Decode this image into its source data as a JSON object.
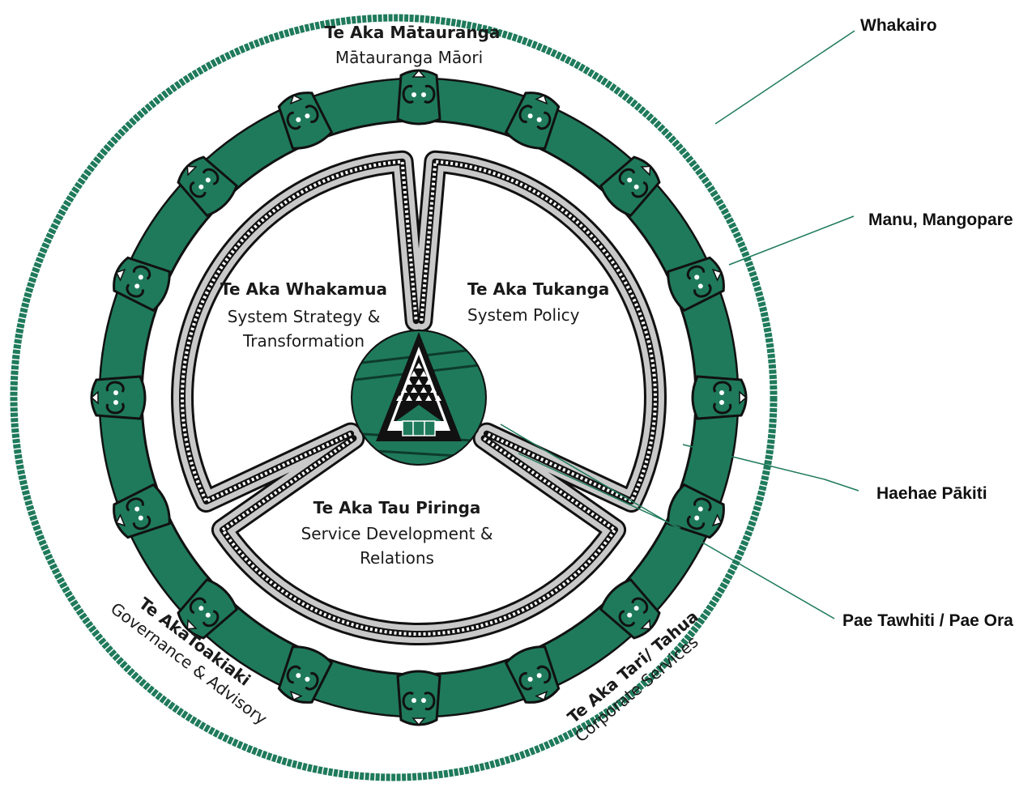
{
  "colors": {
    "green": "#1f7a5c",
    "dark_green": "#17664c",
    "outline": "#111111",
    "band_fill": "#c9c9c9",
    "leader": "#1f7a5c"
  },
  "top": {
    "title": "Te Aka Mātauranga",
    "subtitle": "Mātauranga Māori"
  },
  "segments": {
    "whakamua": {
      "title": "Te Aka Whakamua",
      "line1": "System Strategy &",
      "line2": "Transformation"
    },
    "tukanga": {
      "title": "Te Aka Tukanga",
      "line1": "System Policy"
    },
    "tau_piringa": {
      "title": "Te Aka Tau Piringa",
      "line1": "Service Development &",
      "line2": "Relations"
    }
  },
  "bottom_left": {
    "title": "Te AkaToakiaki",
    "subtitle": "Governance & Advisory"
  },
  "bottom_right": {
    "title": "Te Aka Tari/ Tahua",
    "subtitle": "Corporate Services"
  },
  "callouts": {
    "whakairo": "Whakairo",
    "manu": "Manu, Mangopare",
    "haehae": "Haehae Pākiti",
    "pae": "Pae Tawhiti / Pae Ora"
  },
  "icons": {
    "ring_motif": "koru-mangopare-icon",
    "centre": "whare-triangle-icon"
  }
}
